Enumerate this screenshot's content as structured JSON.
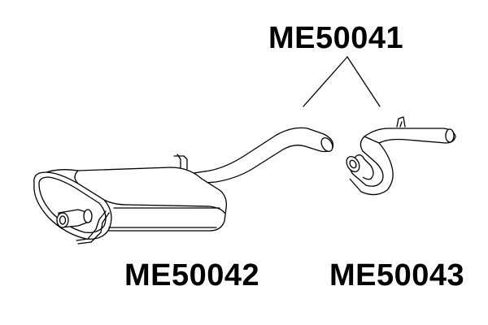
{
  "labels": {
    "pipe_kit": "ME50041",
    "rear_silencer": "ME50042",
    "tail_pipe": "ME50043"
  },
  "colors": {
    "line": "#000000",
    "background": "#ffffff"
  }
}
